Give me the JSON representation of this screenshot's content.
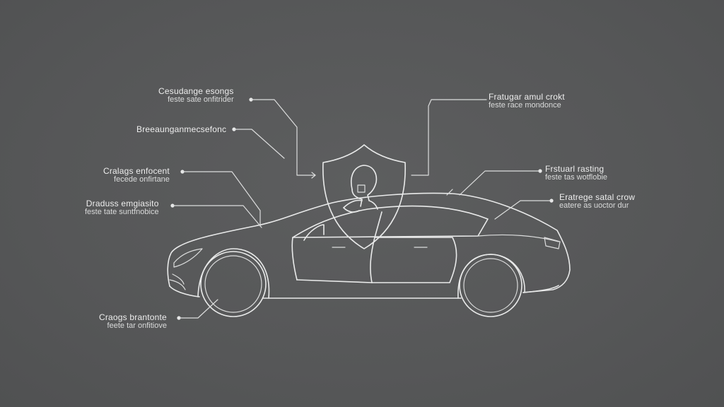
{
  "labels": {
    "top_left": {
      "title": "Cesudange esongs",
      "sub": "feste sate onfitrider"
    },
    "left_2": {
      "title": "Breeaunganmecsefonc",
      "sub": ""
    },
    "left_3": {
      "title": "Cralags enfocent",
      "sub": "fecede onfirtane"
    },
    "left_4": {
      "title": "Draduss emgiasito",
      "sub": "feste tate suntfnobice"
    },
    "bottom_left": {
      "title": "Craogs brantonte",
      "sub": "feete tar onfitiove"
    },
    "top_right": {
      "title": "Fratugar amul crokt",
      "sub": "feste race mondonce"
    },
    "right_2": {
      "title": "Frstuarl rasting",
      "sub": "feste tas wotflobie"
    },
    "right_3": {
      "title": "Eratrege satal crow",
      "sub": "eatere as uoctor dur"
    }
  },
  "icons": {
    "shield": "shield-icon",
    "driver": "driver-silhouette-icon",
    "car": "car-outline"
  },
  "colors": {
    "background": "#58595a",
    "line": "#e9eaea"
  }
}
